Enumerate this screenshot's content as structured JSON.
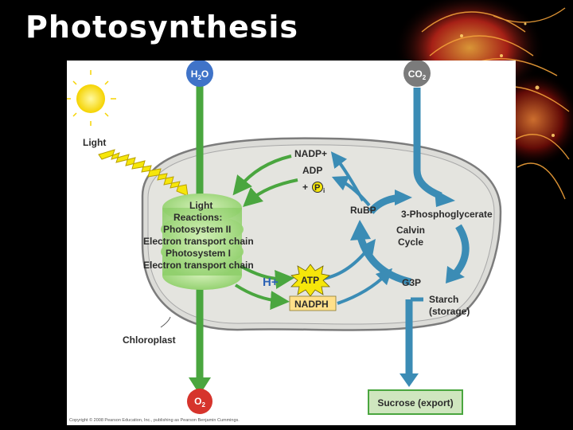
{
  "slide": {
    "title": "Photosynthesis"
  },
  "diagram": {
    "inputs": {
      "water_prefix": "H",
      "water_sub": "2",
      "water_suffix": "O",
      "co2_prefix": "CO",
      "co2_sub": "2"
    },
    "light_label": "Light",
    "light_reactions": [
      "Light",
      "Reactions:",
      "Photosystem II",
      "Electron transport chain",
      "Photosystem I",
      "Electron transport chain"
    ],
    "nadp": "NADP+",
    "adp": "ADP",
    "pi_prefix": "+",
    "pi_letter": "P",
    "pi_sub": "i",
    "h_plus": "H+",
    "atp": "ATP",
    "nadph": "NADPH",
    "rubp": "RuBP",
    "pga": "3-Phosphoglycerate",
    "calvin": [
      "Calvin",
      "Cycle"
    ],
    "g3p": "G3P",
    "starch": [
      "Starch",
      "(storage)"
    ],
    "chloroplast": "Chloroplast",
    "oxygen_prefix": "O",
    "oxygen_sub": "2",
    "sucrose": "Sucrose (export)",
    "copyright": "Copyright © 2008 Pearson Education, Inc., publishing as Pearson Benjamin Cummings."
  },
  "colors": {
    "green_arrow": "#4aa63f",
    "blue_arrow": "#3b8cb5",
    "h2o_blue": "#3f73c8",
    "o2_red": "#d6342c",
    "co2_grey": "#7b7b7b"
  }
}
